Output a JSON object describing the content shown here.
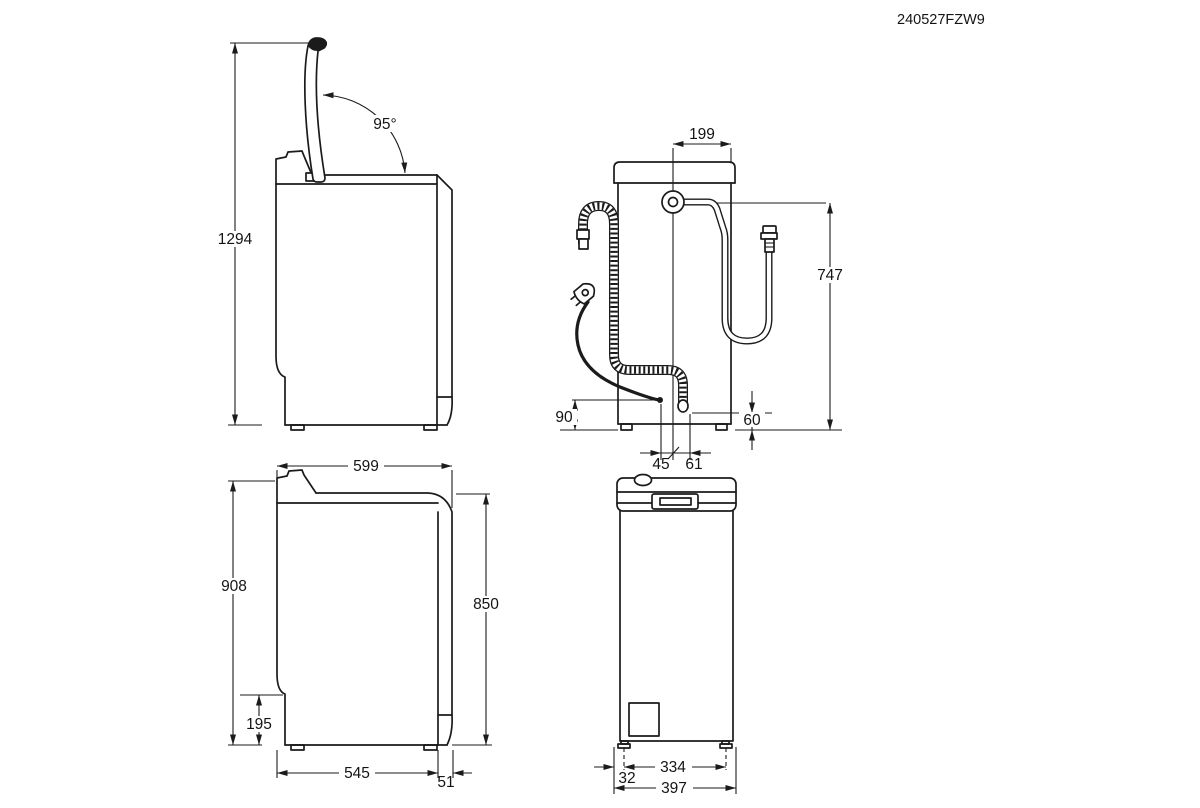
{
  "drawing_code": "240527FZW9",
  "colors": {
    "line": "#1b1b1b",
    "background": "#ffffff"
  },
  "views": {
    "side_open": {
      "total_height_mm": "1294",
      "lid_open_angle": "95°"
    },
    "rear": {
      "inlet_offset_mm": "199",
      "inlet_hose_reach_mm": "747",
      "cord_exit_height_mm": "90",
      "drain_exit_height_mm": "60",
      "cord_offset_mm": "45",
      "drain_offset_mm": "61"
    },
    "side_closed": {
      "depth_mm": "599",
      "height_with_panel_mm": "908",
      "body_height_mm": "850",
      "base_recess_height_mm": "195",
      "base_depth_mm": "545",
      "rear_clearance_mm": "51"
    },
    "front": {
      "feet_spacing_mm": "334",
      "foot_inset_mm": "32",
      "width_mm": "397"
    }
  }
}
